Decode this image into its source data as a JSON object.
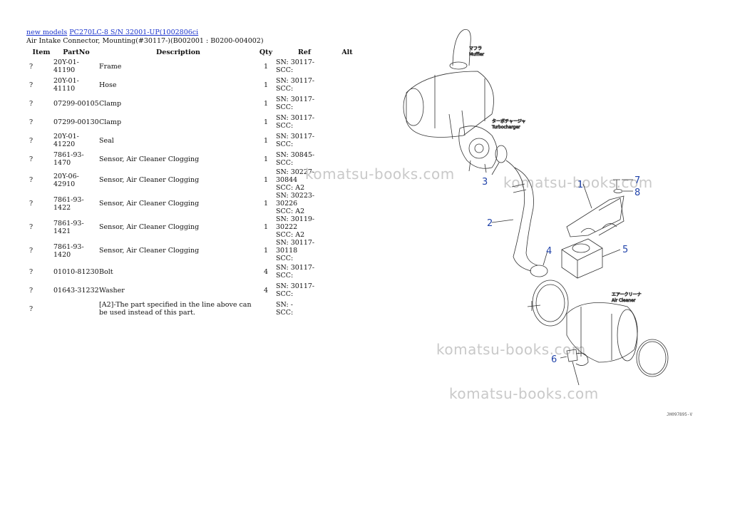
{
  "breadcrumb": {
    "link1": "new models",
    "link2": "PC270LC-8 S/N 32001-UP(1002806ci"
  },
  "subtitle": "Air Intake Connector, Mounting(#30117-)(B002001 : B0200-004002)",
  "columns": [
    "Item",
    "PartNo",
    "Description",
    "Qty",
    "Ref",
    "Alt"
  ],
  "rows": [
    {
      "item": "?",
      "partno": "20Y-01-41190",
      "desc": "Frame",
      "qty": "1",
      "ref1": "SN: 30117-",
      "ref2": "SCC:"
    },
    {
      "item": "?",
      "partno": "20Y-01-41110",
      "desc": "Hose",
      "qty": "1",
      "ref1": "SN: 30117-",
      "ref2": "SCC:"
    },
    {
      "item": "?",
      "partno": "07299-00105",
      "desc": "Clamp",
      "qty": "1",
      "ref1": "SN: 30117-",
      "ref2": "SCC:"
    },
    {
      "item": "?",
      "partno": "07299-00130",
      "desc": "Clamp",
      "qty": "1",
      "ref1": "SN: 30117-",
      "ref2": "SCC:"
    },
    {
      "item": "?",
      "partno": "20Y-01-41220",
      "desc": "Seal",
      "qty": "1",
      "ref1": "SN: 30117-",
      "ref2": "SCC:"
    },
    {
      "item": "?",
      "partno": "7861-93-1470",
      "desc": "Sensor, Air Cleaner Clogging",
      "qty": "1",
      "ref1": "SN: 30845-",
      "ref2": "SCC:"
    },
    {
      "item": "?",
      "partno": "20Y-06-42910",
      "desc": "Sensor, Air Cleaner Clogging",
      "qty": "1",
      "ref1": "SN: 30227-30844",
      "ref2": "SCC: A2"
    },
    {
      "item": "?",
      "partno": "7861-93-1422",
      "desc": "Sensor, Air Cleaner Clogging",
      "qty": "1",
      "ref1": "SN: 30223-30226",
      "ref2": "SCC: A2"
    },
    {
      "item": "?",
      "partno": "7861-93-1421",
      "desc": "Sensor, Air Cleaner Clogging",
      "qty": "1",
      "ref1": "SN: 30119-30222",
      "ref2": "SCC: A2"
    },
    {
      "item": "?",
      "partno": "7861-93-1420",
      "desc": "Sensor, Air Cleaner Clogging",
      "qty": "1",
      "ref1": "SN: 30117-30118",
      "ref2": "SCC:"
    },
    {
      "item": "?",
      "partno": "01010-81230",
      "desc": "Bolt",
      "qty": "4",
      "ref1": "SN: 30117-",
      "ref2": "SCC:"
    },
    {
      "item": "?",
      "partno": "01643-31232",
      "desc": "Washer",
      "qty": "4",
      "ref1": "SN: 30117-",
      "ref2": "SCC:"
    },
    {
      "item": "?",
      "partno": "",
      "desc": "[A2]-The part specified in the line above can be used instead of this part.",
      "qty": "",
      "ref1": "SN: -",
      "ref2": "SCC:"
    }
  ],
  "watermark": "komatsu-books.com",
  "diagram": {
    "callouts": [
      "1",
      "2",
      "3",
      "4",
      "5",
      "6",
      "7",
      "8"
    ],
    "label_muffler_jp": "マフラ",
    "label_muffler": "Muffler",
    "label_turbo_jp": "ターボチャージャ",
    "label_turbo": "Turbocharger",
    "label_cleaner_jp": "エアークリーナ",
    "label_cleaner": "Air Cleaner",
    "figure_code": "JH097895-V"
  }
}
